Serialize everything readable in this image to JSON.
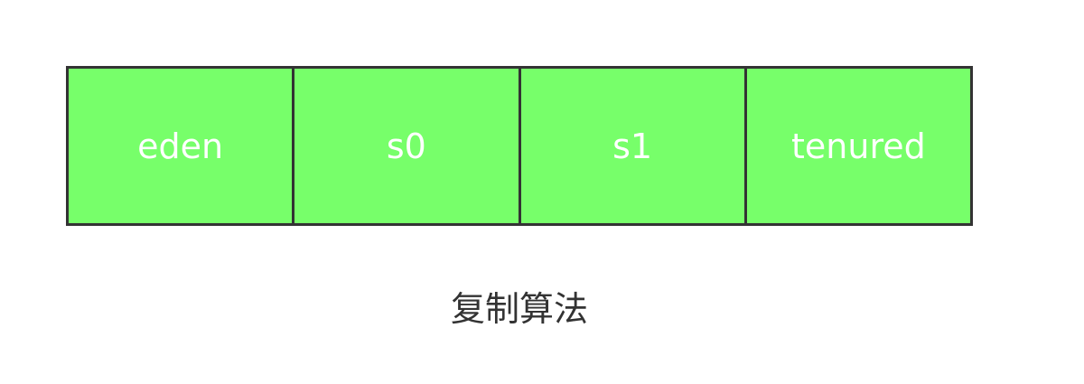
{
  "regions": [
    {
      "label": "eden"
    },
    {
      "label": "s0"
    },
    {
      "label": "s1"
    },
    {
      "label": "tenured"
    }
  ],
  "caption": "复制算法",
  "colors": {
    "region_fill": "#77ff6a",
    "border": "#333333",
    "label_text": "#ffffff",
    "caption_text": "#333333"
  }
}
